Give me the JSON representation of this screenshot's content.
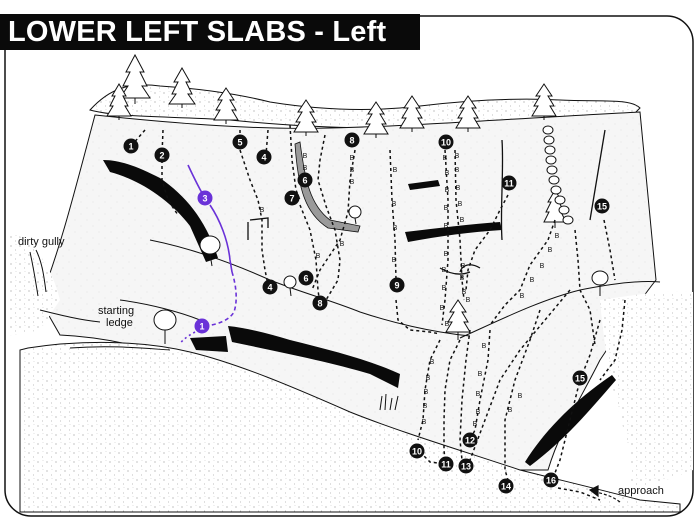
{
  "title": "LOWER LEFT SLABS - Left",
  "labels": {
    "dirty_gully": "dirty gully",
    "starting_ledge_1": "starting",
    "starting_ledge_2": "ledge",
    "approach": "approach"
  },
  "bolt_letter": "B",
  "route_numbers": [
    "1",
    "2",
    "3",
    "4",
    "5",
    "6",
    "7",
    "8",
    "9",
    "10",
    "11",
    "12",
    "13",
    "14",
    "15",
    "16"
  ],
  "colors": {
    "highlight_route": "#6a32d8",
    "ink": "#111111",
    "paper": "#ffffff",
    "rock_stipple": "#d9d9d9"
  }
}
